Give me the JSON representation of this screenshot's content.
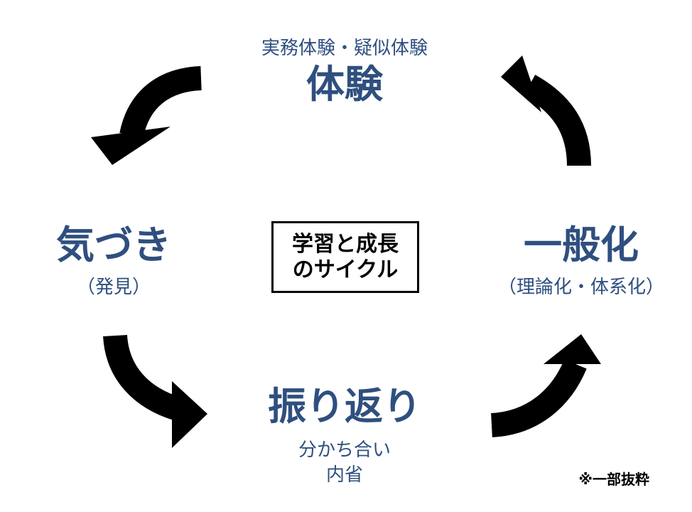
{
  "colors": {
    "accent": "#2f4f7f",
    "arrow": "#000000"
  },
  "experience": {
    "sub": "実務体験・疑似体験",
    "title": "体験"
  },
  "awareness": {
    "title": "気づき",
    "sub": "（発見）"
  },
  "generalization": {
    "title": "一般化",
    "sub": "（理論化・体系化）"
  },
  "reflection": {
    "title": "振り返り",
    "sub_line1": "分かち合い",
    "sub_line2": "内省"
  },
  "center": {
    "line1": "学習と成長",
    "line2": "のサイクル"
  },
  "footnote": "※一部抜粋"
}
